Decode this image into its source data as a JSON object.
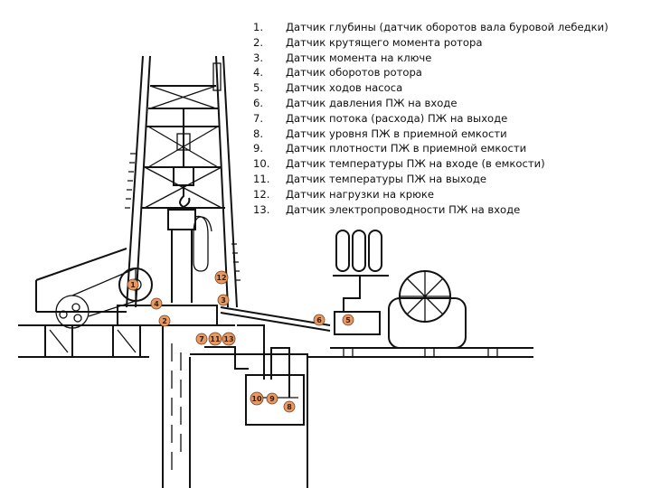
{
  "legend": [
    {
      "n": "1.",
      "text": "Датчик глубины (датчик оборотов вала буровой лебедки)"
    },
    {
      "n": "2.",
      "text": "Датчик крутящего момента ротора"
    },
    {
      "n": "3.",
      "text": "Датчик момента на ключе"
    },
    {
      "n": "4.",
      "text": "Датчик оборотов ротора"
    },
    {
      "n": "5.",
      "text": "Датчик ходов насоса"
    },
    {
      "n": "6.",
      "text": "Датчик давления ПЖ на входе"
    },
    {
      "n": "7.",
      "text": "Датчик потока (расхода) ПЖ на выходе"
    },
    {
      "n": "8.",
      "text": "Датчик уровня ПЖ в приемной емкости"
    },
    {
      "n": "9.",
      "text": "Датчик плотности ПЖ в приемной емкости"
    },
    {
      "n": "10.",
      "text": "Датчик температуры ПЖ на входе (в емкости)"
    },
    {
      "n": "11.",
      "text": "Датчик температуры ПЖ на выходе"
    },
    {
      "n": "12.",
      "text": "Датчик нагрузки на крюке"
    },
    {
      "n": "13.",
      "text": "Датчик электропроводности ПЖ на входе"
    }
  ],
  "markers": [
    "1",
    "2",
    "3",
    "4",
    "5",
    "6",
    "7",
    "8",
    "9",
    "10",
    "11",
    "12",
    "13"
  ],
  "colors": {
    "marker_fill": "#e39a66",
    "line": "#111111"
  }
}
